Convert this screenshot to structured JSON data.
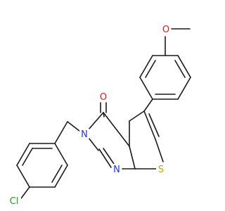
{
  "molecule": {
    "atoms": {
      "oxygen_carbonyl": "O",
      "oxygen_methoxy": "O",
      "nitrogen_3": "N",
      "nitrogen_1": "N",
      "sulfur": "S",
      "chlorine": "Cl"
    },
    "colors": {
      "bond": "#1a1a1a",
      "oxygen": "#e8141c",
      "nitrogen": "#2336d9",
      "sulfur": "#c9a000",
      "chlorine": "#1e9a1e"
    }
  }
}
